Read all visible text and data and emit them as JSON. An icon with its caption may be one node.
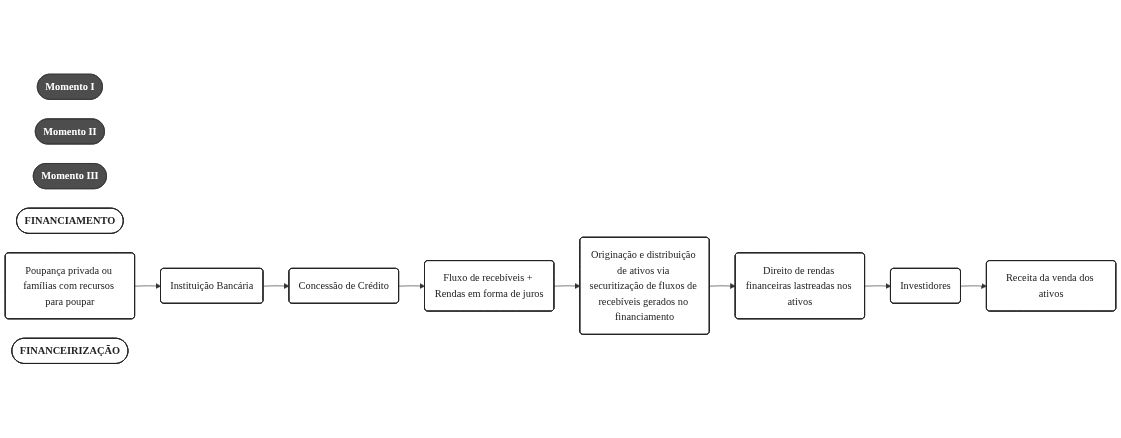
{
  "diagram": {
    "nodes": [
      {
        "text": [
          "Momento I"
        ]
      },
      {
        "text": [
          "Momento II"
        ]
      },
      {
        "text": [
          "Momento III"
        ]
      },
      {
        "text": [
          "FINANCIAMENTO"
        ]
      },
      {
        "text": [
          "Poupança privada ou famílias com recursos para poupar"
        ]
      },
      {
        "text": [
          "Instituição Bancária"
        ]
      },
      {
        "text": [
          "Concessão de Crédito"
        ]
      },
      {
        "text": [
          "Fluxo de recebíveis + Rendas em forma de juros"
        ]
      },
      {
        "text": [
          "Originação e distribuição de ativos via securitização de fluxos de recebíveis gerados no financiamento"
        ]
      },
      {
        "text": [
          "Direito de rendas financeiras lastreadas nos ativos"
        ]
      },
      {
        "text": [
          "Investidores"
        ]
      },
      {
        "text": [
          "Receita da venda dos ativos"
        ]
      },
      {
        "text": [
          "FINANCEIRIZAÇÃO"
        ]
      }
    ],
    "edges": [
      {
        "from": 4,
        "to": 5,
        "arrow": "to"
      },
      {
        "from": 5,
        "to": 6,
        "arrow": "to"
      },
      {
        "from": 6,
        "to": 7,
        "arrow": "to"
      },
      {
        "from": 7,
        "to": 8,
        "arrow": "to"
      },
      {
        "from": 8,
        "to": 9,
        "arrow": "to"
      },
      {
        "from": 9,
        "to": 10,
        "arrow": "to"
      },
      {
        "from": 10,
        "to": 11,
        "arrow": "to"
      }
    ]
  }
}
